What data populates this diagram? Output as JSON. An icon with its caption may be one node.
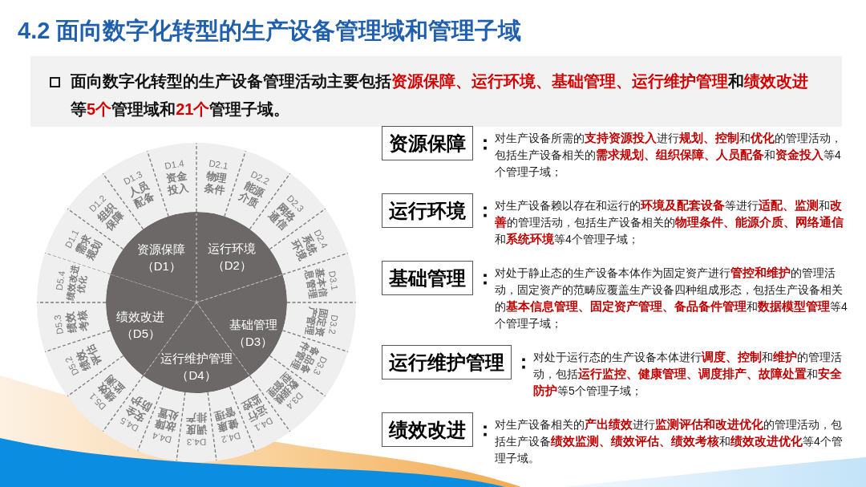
{
  "diagram": {
    "title": "4.2 面向数字化转型的生产设备管理域和管理子域",
    "nodes": [
      {
        "text": [
          "面向数字化转型的生产设备管理活动主要包括**资源保障、运行环境、基础管理、运行维护管理**和**绩效改进**等**5个**管理域和**21个**管理子域。"
        ]
      },
      {
        "text": [
          "资源保障",
          "（D1）"
        ]
      },
      {
        "text": [
          "运行环境",
          "（D2）"
        ]
      },
      {
        "text": [
          "基础管理",
          "（D3）"
        ]
      },
      {
        "text": [
          "运行维护管理",
          "（D4）"
        ]
      },
      {
        "text": [
          "绩效改进",
          "（D5）"
        ]
      },
      {
        "text": [
          "D1.1",
          "需求规划"
        ]
      },
      {
        "text": [
          "D1.2",
          "组织保障"
        ]
      },
      {
        "text": [
          "D1.3",
          "人员配备"
        ]
      },
      {
        "text": [
          "D1.4",
          "资金投入"
        ]
      },
      {
        "text": [
          "D2.1",
          "物理条件"
        ]
      },
      {
        "text": [
          "D2.2",
          "能源介质"
        ]
      },
      {
        "text": [
          "D2.3",
          "网络通信"
        ]
      },
      {
        "text": [
          "D2.4",
          "系统环境"
        ]
      },
      {
        "text": [
          "D3.1",
          "基本信息管理"
        ]
      },
      {
        "text": [
          "D3.2",
          "固定资产管理"
        ]
      },
      {
        "text": [
          "D3.3",
          "备品备件管理"
        ]
      },
      {
        "text": [
          "D3.4",
          "数据模型管理"
        ]
      },
      {
        "text": [
          "D4.1",
          "运行监控"
        ]
      },
      {
        "text": [
          "D4.2",
          "健康管理"
        ]
      },
      {
        "text": [
          "D4.3",
          "调度排产"
        ]
      },
      {
        "text": [
          "D4.4",
          "故障处置"
        ]
      },
      {
        "text": [
          "D4.5",
          "安全防护"
        ]
      },
      {
        "text": [
          "D5.1",
          "绩效监测"
        ]
      },
      {
        "text": [
          "D5.2",
          "绩效评估"
        ]
      },
      {
        "text": [
          "D5.3",
          "绩效考核"
        ]
      },
      {
        "text": [
          "D5.4",
          "绩效改进优化"
        ]
      },
      {
        "text": [
          "资源保障"
        ],
        "beside": [
          "：",
          "对生产设备所需的**支持资源投入**进行**规划、控制**和**优化**的管理活动，包括生产设备相关的**需求规划、组织保障、人员配备**和**资金投入**等4个管理子域；"
        ]
      },
      {
        "text": [
          "运行环境"
        ],
        "beside": [
          "：",
          "对生产设备赖以存在和运行的**环境及配套设备**等进行**适配、监测**和**改善**的管理活动，包括生产设备相关的**物理条件、能源介质、网络通信**和**系统环境**等4个管理子域；"
        ]
      },
      {
        "text": [
          "基础管理"
        ],
        "beside": [
          "：",
          "对处于静止态的生产设备本体作为固定资产进行**管控和维护**的管理活动，固定资产的范畴应覆盖生产设备四种组成形态，包括生产设备相关的**基本信息管理、固定资产管理、备品备件管理**和**数据模型管理**等4个管理子域；"
        ]
      },
      {
        "text": [
          "运行维护管理"
        ],
        "beside": [
          "：",
          "对处于运行态的生产设备本体进行**调度、控制**和**维护**的管理活动，包括**运行监控、健康管理、调度排产、故障处置**和**安全防护**等5个管理子域；"
        ]
      },
      {
        "text": [
          "绩效改进"
        ],
        "beside": [
          "：",
          "对生产设备相关的**产出绩效**进行**监测评估和改进优化**的管理活动，包括生产设备**绩效监测、绩效评估、绩效考核**和**绩效改进优化**等4个管理子域。"
        ]
      }
    ]
  }
}
